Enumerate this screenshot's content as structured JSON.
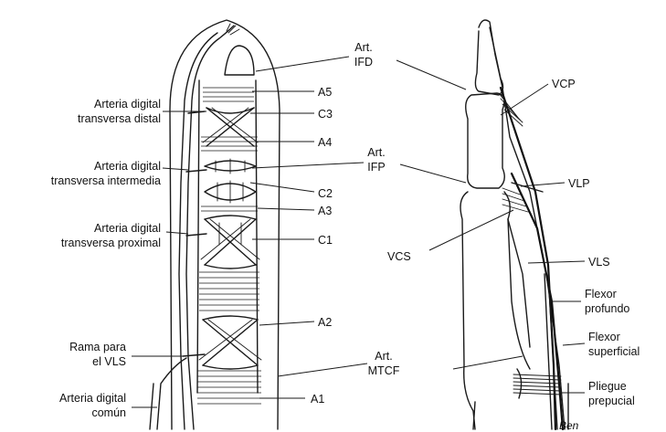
{
  "left_labels": {
    "art_ifd": [
      "Art.",
      "IFD"
    ],
    "a5": "A5",
    "arteria_distal": [
      "Arteria digital",
      "transversa distal"
    ],
    "c3": "C3",
    "a4": "A4",
    "art_ifp": [
      "Art.",
      "IFP"
    ],
    "arteria_intermedia": [
      "Arteria digital",
      "transversa intermedia"
    ],
    "c2": "C2",
    "a3": "A3",
    "arteria_proximal": [
      "Arteria digital",
      "transversa proximal"
    ],
    "c1": "C1",
    "a2": "A2",
    "rama_vls": [
      "Rama para",
      "el VLS"
    ],
    "art_mtcf": [
      "Art.",
      "MTCF"
    ],
    "arteria_comun": [
      "Arteria digital",
      "común"
    ],
    "a1": "A1"
  },
  "right_labels": {
    "vcp": "VCP",
    "vlp": "VLP",
    "vcs": "VCS",
    "vls": "VLS",
    "flexor_profundo": [
      "Flexor",
      "profundo"
    ],
    "flexor_superficial": [
      "Flexor",
      "superficial"
    ],
    "pliegue_prepucial": [
      "Pliegue",
      "prepucial"
    ]
  },
  "signature": "Ben"
}
